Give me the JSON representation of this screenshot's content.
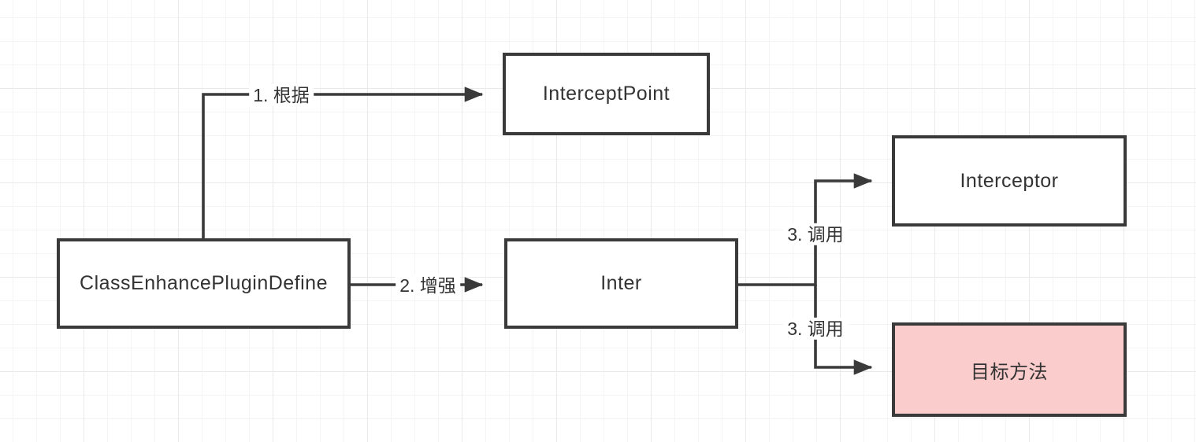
{
  "diagram": {
    "nodes": [
      {
        "id": "intercept-point",
        "label": "InterceptPoint",
        "highlighted": false
      },
      {
        "id": "class-enhance-plugin-define",
        "label": "ClassEnhancePluginDefine",
        "highlighted": false
      },
      {
        "id": "inter",
        "label": "Inter",
        "highlighted": false
      },
      {
        "id": "interceptor",
        "label": "Interceptor",
        "highlighted": false
      },
      {
        "id": "target-method",
        "label": "目标方法",
        "highlighted": true
      }
    ],
    "edges": [
      {
        "from": "class-enhance-plugin-define",
        "to": "intercept-point",
        "label": "1. 根据"
      },
      {
        "from": "class-enhance-plugin-define",
        "to": "inter",
        "label": "2. 增强"
      },
      {
        "from": "inter",
        "to": "interceptor",
        "label": "3. 调用"
      },
      {
        "from": "inter",
        "to": "target-method",
        "label": "3. 调用"
      }
    ],
    "colors": {
      "stroke": "#3a3a3a",
      "node_fill": "#ffffff",
      "highlight_fill": "#fbcccc",
      "text": "#333333",
      "grid_minor": "#f4f4f4",
      "grid_major": "#e9e9e9"
    }
  }
}
